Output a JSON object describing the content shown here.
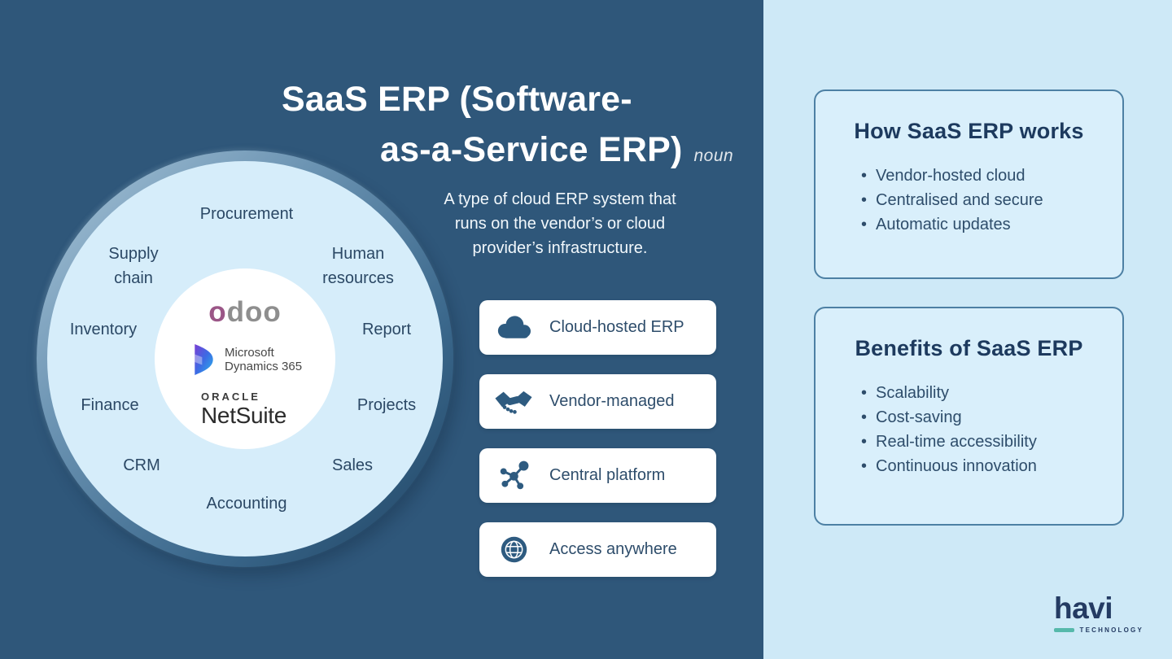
{
  "colors": {
    "background_left": "#2F577A",
    "background_right": "#CEE9F7",
    "wheel_fill": "#D6EDFA",
    "wheel_ring_light": "#A9C6DA",
    "wheel_ring_dark": "#1D4160",
    "info_card_bg": "#D9EFFB",
    "info_card_border": "#4D80A4",
    "icon_steel_blue": "#2E5B80",
    "heading_navy": "#1D3A5E",
    "body_text": "#2E4D6B",
    "odoo_purple": "#9B5687",
    "odoo_gray": "#8E8E8E",
    "havi_teal": "#56B9AB",
    "havi_navy": "#243B63"
  },
  "header": {
    "title_line1": "SaaS ERP (Software-",
    "title_line2": "as-a-Service ERP)",
    "part_of_speech": "noun",
    "definition": "A type of cloud ERP system that\nruns on the vendor’s or cloud\nprovider’s infrastructure."
  },
  "erp_wheel": {
    "modules": [
      "Procurement",
      "Supply\nchain",
      "Human\nresources",
      "Inventory",
      "Report",
      "Finance",
      "Projects",
      "CRM",
      "Sales",
      "Accounting"
    ],
    "vendors": {
      "odoo_first_letter": "o",
      "odoo_rest": "doo",
      "dynamics_line1": "Microsoft",
      "dynamics_line2": "Dynamics 365",
      "oracle": "ORACLE",
      "netsuite": "NetSuite"
    }
  },
  "feature_cards": [
    {
      "icon": "cloud-icon",
      "label": "Cloud-hosted ERP"
    },
    {
      "icon": "handshake-icon",
      "label": "Vendor-managed"
    },
    {
      "icon": "network-icon",
      "label": "Central platform"
    },
    {
      "icon": "globe-icon",
      "label": "Access anywhere"
    }
  ],
  "how_it_works": {
    "title": "How SaaS ERP works",
    "items": [
      "Vendor-hosted cloud",
      "Centralised and secure",
      "Automatic updates"
    ]
  },
  "benefits": {
    "title": "Benefits of SaaS ERP",
    "items": [
      "Scalability",
      "Cost-saving",
      "Real-time accessibility",
      "Continuous innovation"
    ]
  },
  "brand": {
    "name": "havi",
    "tagline": "TECHNOLOGY"
  }
}
